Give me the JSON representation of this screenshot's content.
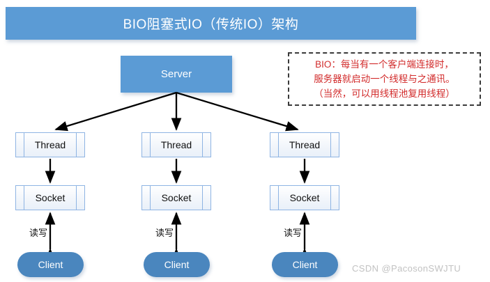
{
  "header": {
    "title": "BIO阻塞式IO（传统IO）架构",
    "background_color": "#5B9BD5",
    "text_color": "#ffffff"
  },
  "server": {
    "label": "Server",
    "background_color": "#5B9BD5",
    "text_color": "#ffffff"
  },
  "note": {
    "border_style": "dashed",
    "text_color": "#D22B2B",
    "lines": [
      "BIO：每当有一个客户端连接时，",
      "服务器就启动一个线程与之通讯。",
      "（当然，可以用线程池复用线程）"
    ]
  },
  "columns": [
    {
      "thread_label": "Thread",
      "socket_label": "Socket",
      "rw_label": "读写",
      "client_label": "Client"
    },
    {
      "thread_label": "Thread",
      "socket_label": "Socket",
      "rw_label": "读写",
      "client_label": "Client"
    },
    {
      "thread_label": "Thread",
      "socket_label": "Socket",
      "rw_label": "读写",
      "client_label": "Client"
    }
  ],
  "node_colors": {
    "process_border": "#8EB4E3",
    "process_fill": "#F2F6FB",
    "client_fill": "#4A86BE",
    "arrow": "#000000"
  },
  "watermark": {
    "text": "CSDN @PacosonSWJTU",
    "color": "#c2c2c2"
  }
}
